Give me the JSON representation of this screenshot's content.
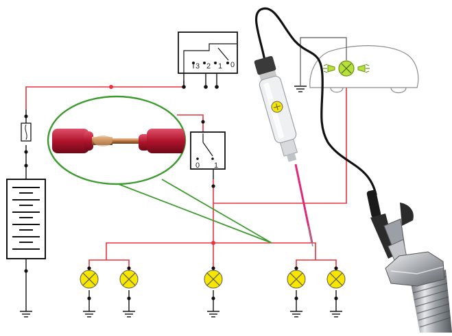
{
  "colors": {
    "wire": "#e8323c",
    "component": "#111111",
    "lamp_fill": "#f6e600",
    "callout": "#3c9a2e",
    "probe_tip": "#e0287a",
    "clip_cable": "#111111"
  },
  "selector_switch": {
    "positions": [
      "3",
      "2",
      "1",
      "0"
    ]
  },
  "toggle_switch": {
    "positions": [
      "0",
      "1"
    ]
  },
  "components": {
    "battery": "battery-symbol",
    "fuse": "fuse-symbol",
    "lamps": 5,
    "grounds": 7,
    "test_light": "circuit-tester-probe",
    "vehicle_outline": "car-outline",
    "bolt": "steel-bolt",
    "callout_detail": "broken-wire-insulation"
  }
}
